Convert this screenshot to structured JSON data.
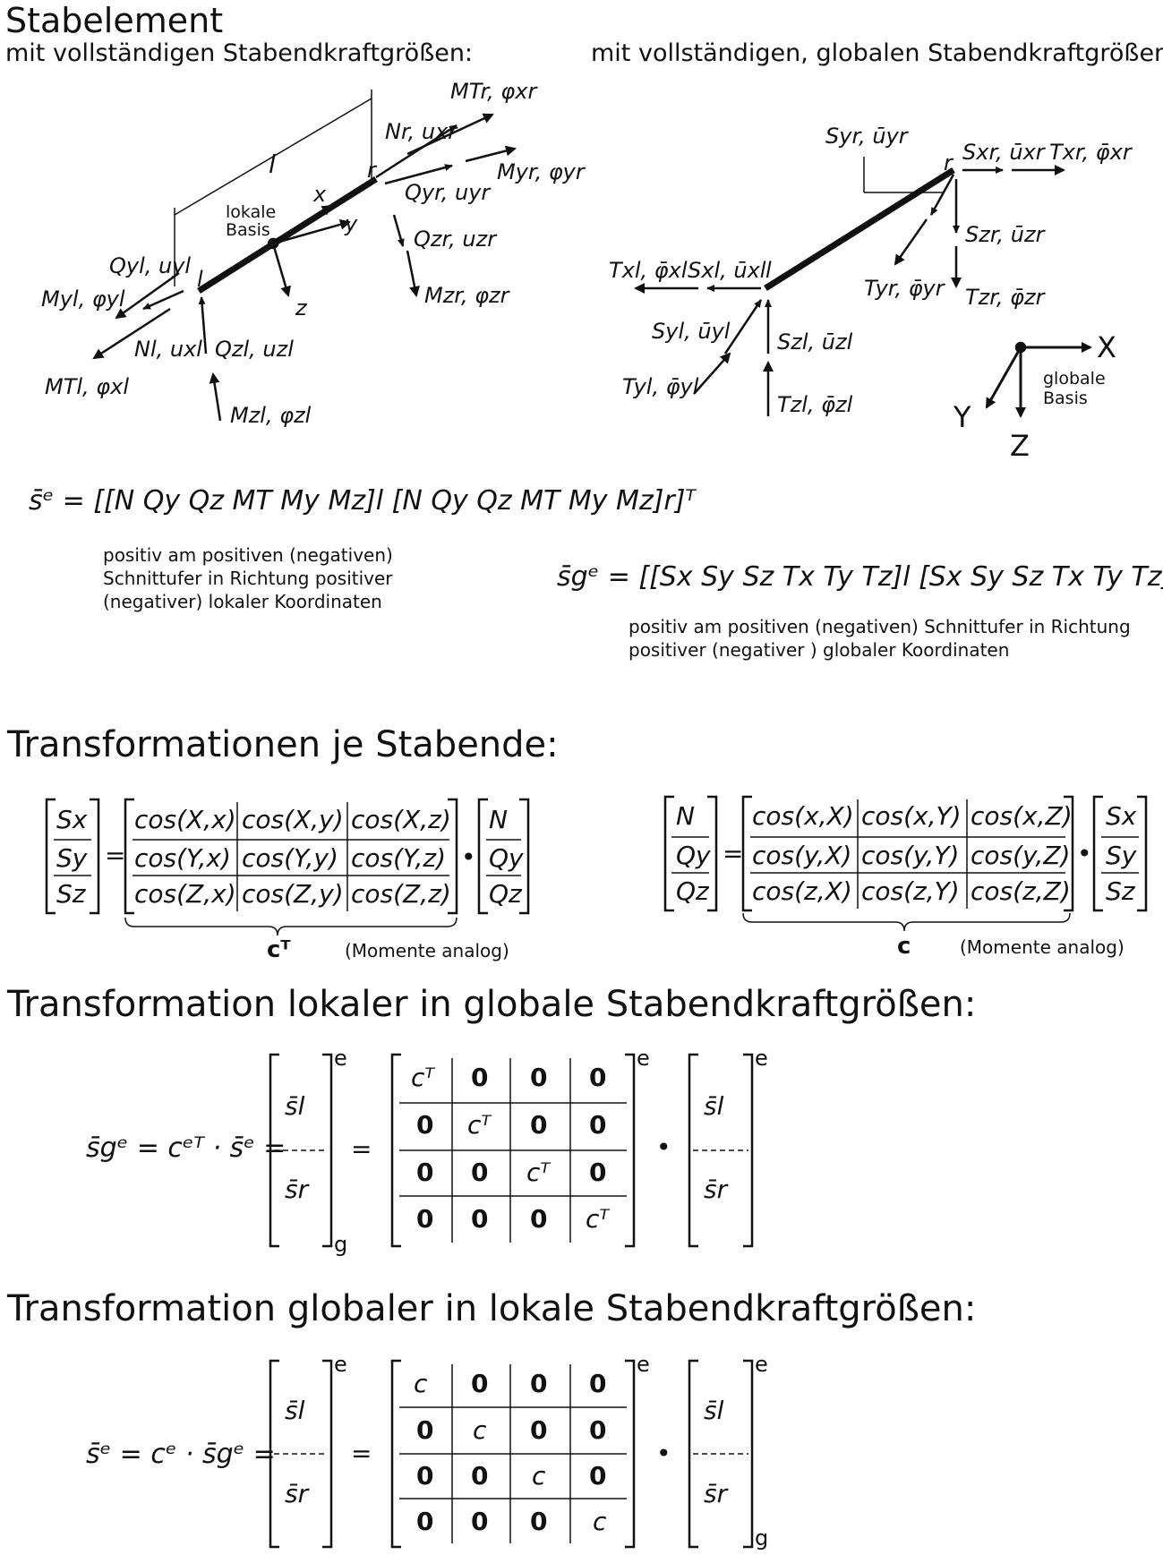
{
  "title": "Stabelement",
  "left_subtitle": "mit vollständigen Stabendkraftgrößen:",
  "right_subtitle": "mit vollständigen, globalen Stabendkraftgrößen:",
  "local_diagram": {
    "basis_label_1": "lokale",
    "basis_label_2": "Basis",
    "length": "l",
    "axis_x": "x",
    "axis_y": "y",
    "axis_z": "z",
    "node_l": "l",
    "node_r": "r",
    "labels": {
      "MTr": "MTr, φxr",
      "Nr": "Nr, uxr",
      "Myr": "Myr, φyr",
      "Qyr": "Qyr, uyr",
      "Qzr": "Qzr, uzr",
      "Mzr": "Mzr, φzr",
      "Qyl": "Qyl, uyl",
      "Myl": "Myl, φyl",
      "Nl": "Nl, uxl",
      "Qzl": "Qzl, uzl",
      "MTl": "MTl, φxl",
      "Mzl": "Mzl, φzl"
    }
  },
  "global_diagram": {
    "node_l": "l",
    "node_r": "r",
    "labels": {
      "Syr": "Syr, ūyr",
      "Sxr": "Sxr, ūxr",
      "Txr": "Txr, φ̄xr",
      "Szr": "Szr, ūzr",
      "Tyr": "Tyr, φ̄yr",
      "Tzr": "Tzr, φ̄zr",
      "Txl": "Txl, φ̄xl",
      "Sxl": "Sxl, ūxl",
      "Syl": "Syl, ūyl",
      "Szl": "Szl, ūzl",
      "Tyl": "Tyl, φ̄yl",
      "Tzl": "Tzl, φ̄zl"
    },
    "basis_X": "X",
    "basis_Y": "Y",
    "basis_Z": "Z",
    "basis_label_1": "globale",
    "basis_label_2": "Basis"
  },
  "eq_local": "s̄ᵉ = [[N Qy Qz MT My Mz]l [N Qy Qz MT My Mz]r]ᵀ",
  "note_local": [
    "positiv am positiven (negativen)",
    "Schnittufer in Richtung positiver",
    "(negativer) lokaler Koordinaten"
  ],
  "eq_global": "s̄gᵉ = [[Sx Sy Sz Tx Ty Tz]l [Sx Sy Sz Tx Ty Tz]r]ᵀ",
  "note_global": [
    "positiv am positiven (negativen) Schnittufer in Richtung",
    "positiver (negativer ) globaler Koordinaten"
  ],
  "section_transform": "Transformationen je Stabende:",
  "matrix_CT": {
    "lhs": [
      "Sx",
      "Sy",
      "Sz"
    ],
    "rows": [
      [
        "cos(X,x)",
        "cos(X,y)",
        "cos(X,z)"
      ],
      [
        "cos(Y,x)",
        "cos(Y,y)",
        "cos(Y,z)"
      ],
      [
        "cos(Z,x)",
        "cos(Z,y)",
        "cos(Z,z)"
      ]
    ],
    "rhs": [
      "N",
      "Qy",
      "Qz"
    ],
    "label": "cᵀ",
    "note": "(Momente analog)"
  },
  "matrix_C": {
    "lhs": [
      "N",
      "Qy",
      "Qz"
    ],
    "rows": [
      [
        "cos(x,X)",
        "cos(x,Y)",
        "cos(x,Z)"
      ],
      [
        "cos(y,X)",
        "cos(y,Y)",
        "cos(y,Z)"
      ],
      [
        "cos(z,X)",
        "cos(z,Y)",
        "cos(z,Z)"
      ]
    ],
    "rhs": [
      "Sx",
      "Sy",
      "Sz"
    ],
    "label": "c",
    "note": "(Momente analog)"
  },
  "section_loc2glob": "Transformation lokaler in globale Stabendkraftgrößen:",
  "eq_loc2glob_lhs": "s̄gᵉ = cᵉᵀ · s̄ᵉ =",
  "block_loc2glob": [
    [
      "cᵀ",
      "0",
      "0",
      "0"
    ],
    [
      "0",
      "cᵀ",
      "0",
      "0"
    ],
    [
      "0",
      "0",
      "cᵀ",
      "0"
    ],
    [
      "0",
      "0",
      "0",
      "cᵀ"
    ]
  ],
  "section_glob2loc": "Transformation globaler in lokale Stabendkraftgrößen:",
  "eq_glob2loc_lhs": "s̄ᵉ = cᵉ · s̄gᵉ =",
  "block_glob2loc": [
    [
      "c",
      "0",
      "0",
      "0"
    ],
    [
      "0",
      "c",
      "0",
      "0"
    ],
    [
      "0",
      "0",
      "c",
      "0"
    ],
    [
      "0",
      "0",
      "0",
      "c"
    ]
  ],
  "vec_top": "s̄l",
  "vec_bot": "s̄r",
  "sup_e": "e",
  "sub_g": "g",
  "equals": "=",
  "dot": "•"
}
